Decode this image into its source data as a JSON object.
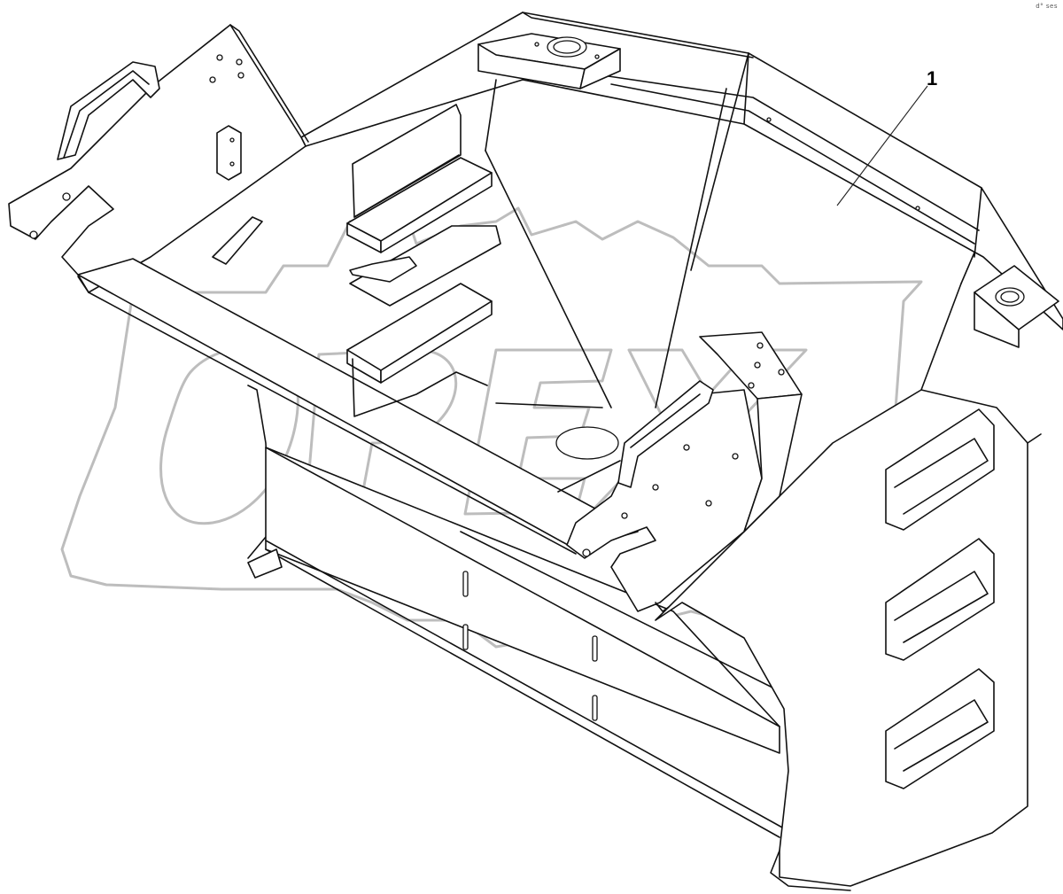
{
  "drawing": {
    "callouts": [
      {
        "label": "1"
      }
    ],
    "watermark": "OPEX",
    "corner_mark": "d° ses"
  }
}
